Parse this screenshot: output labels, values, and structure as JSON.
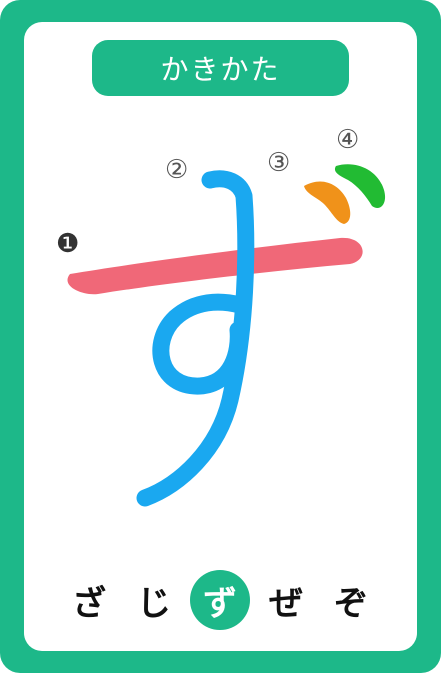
{
  "title": "かきかた",
  "strokes": [
    {
      "number": "❶",
      "color": "#f06878"
    },
    {
      "number": "②",
      "color": "#1aa8f0"
    },
    {
      "number": "③",
      "color": "#f0921a"
    },
    {
      "number": "④",
      "color": "#22bb33"
    }
  ],
  "nav": [
    {
      "label": "ざ"
    },
    {
      "label": "じ"
    },
    {
      "label": "ず",
      "current": true
    },
    {
      "label": "ぜ"
    },
    {
      "label": "ぞ"
    }
  ],
  "colors": {
    "brand_green": "#1db889",
    "stroke1": "#f06878",
    "stroke2": "#1aa8f0",
    "stroke3": "#f0921a",
    "stroke4": "#22bb33"
  }
}
